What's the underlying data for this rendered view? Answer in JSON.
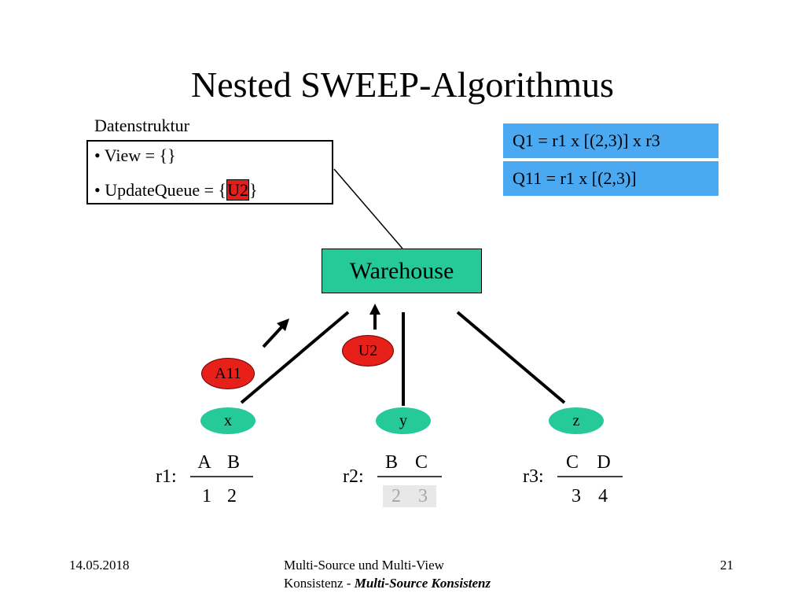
{
  "title": "Nested SWEEP-Algorithmus",
  "datenstruktur": {
    "label": "Datenstruktur",
    "view_line": "• View = {}",
    "queue_prefix": "• UpdateQueue = {",
    "queue_item": "U2",
    "queue_suffix": "}"
  },
  "queries": {
    "q1": "Q1 = r1 x [(2,3)] x r3",
    "q11": "Q11 = r1 x [(2,3)]"
  },
  "warehouse": "Warehouse",
  "messages": {
    "a11": "A11",
    "u2": "U2"
  },
  "sources": {
    "x": "x",
    "y": "y",
    "z": "z"
  },
  "relations": {
    "r1": {
      "name": "r1:",
      "cols": [
        "A",
        "B"
      ],
      "row": [
        "1",
        "2"
      ]
    },
    "r2": {
      "name": "r2:",
      "cols": [
        "B",
        "C"
      ],
      "row": [
        "2",
        "3"
      ]
    },
    "r3": {
      "name": "r3:",
      "cols": [
        "C",
        "D"
      ],
      "row": [
        "3",
        "4"
      ]
    }
  },
  "footer": {
    "date": "14.05.2018",
    "line1": "Multi-Source und Multi-View",
    "line2_normal": "Konsistenz - ",
    "line2_bold": "Multi-Source Konsistenz",
    "page": "21"
  },
  "colors": {
    "query_blue": "#4aa9f0",
    "warehouse_green": "#26c99a",
    "message_red": "#e8201a"
  }
}
